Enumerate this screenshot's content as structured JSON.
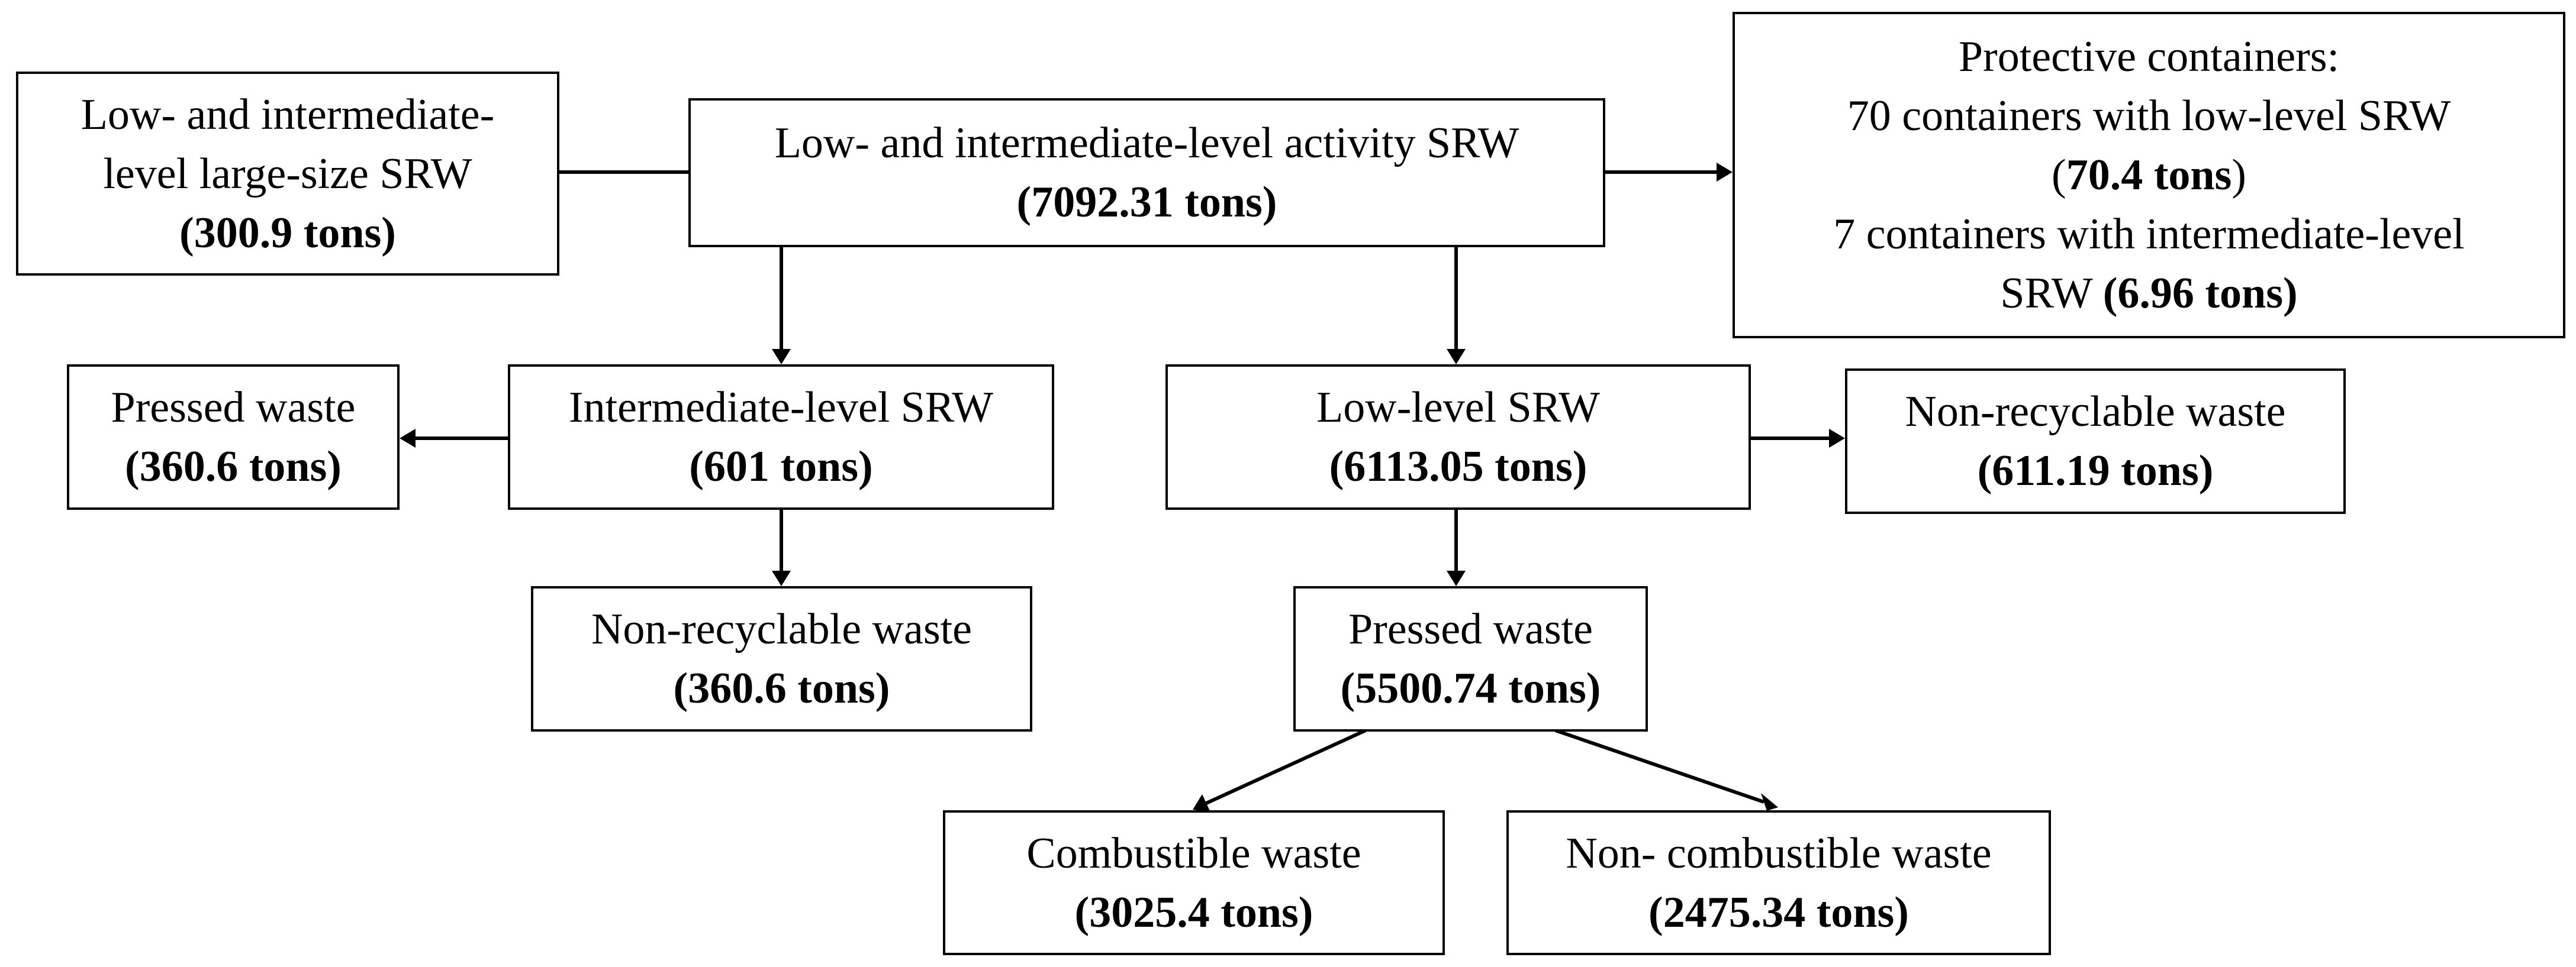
{
  "diagram": {
    "root": {
      "title": "Low- and intermediate-level activity SRW",
      "amount": "(7092.31 tons)"
    },
    "large_size": {
      "title_line1": "Low- and intermediate-",
      "title_line2": "level large-size SRW",
      "amount": "(300.9 tons)"
    },
    "protective": {
      "line1": "Protective containers:",
      "line2": "70 containers with low-level SRW",
      "line3_amount": "70.4 tons",
      "line4": "7 containers with intermediate-level",
      "line5_text": "SRW",
      "line5_amount": "(6.96 tons)",
      "paren_open": "(",
      "paren_close": ")"
    },
    "intermediate": {
      "title": "Intermediate-level SRW",
      "amount": "(601 tons)"
    },
    "intermediate_pressed": {
      "title": "Pressed waste",
      "amount": "(360.6 tons)"
    },
    "intermediate_nonrecyclable": {
      "title": "Non-recyclable waste",
      "amount": "(360.6 tons)"
    },
    "low": {
      "title": "Low-level SRW",
      "amount": "(6113.05 tons)"
    },
    "low_nonrecyclable": {
      "title": "Non-recyclable waste",
      "amount": "(611.19 tons)"
    },
    "low_pressed": {
      "title": "Pressed waste",
      "amount": "(5500.74 tons)"
    },
    "combustible": {
      "title": "Combustible waste",
      "amount": "(3025.4 tons)"
    },
    "noncombustible": {
      "title": "Non- combustible waste",
      "amount": "(2475.34 tons)"
    }
  }
}
